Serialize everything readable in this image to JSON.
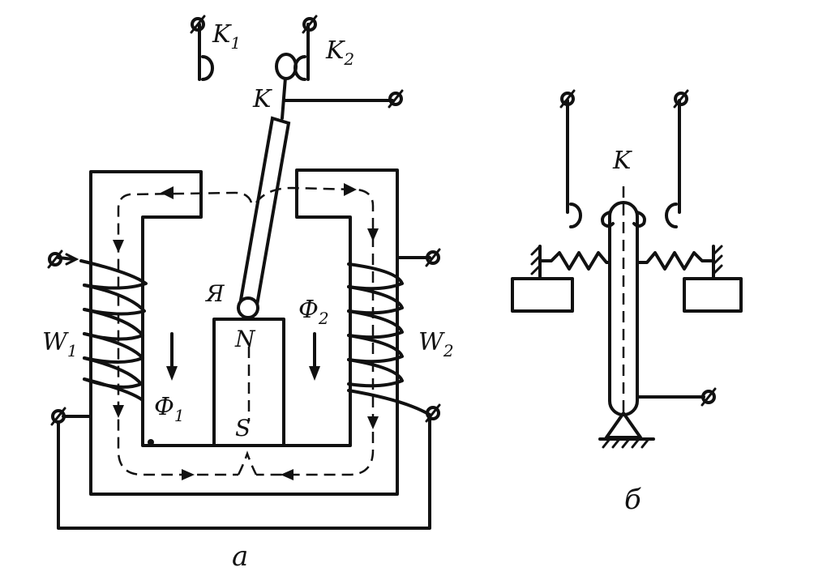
{
  "figure_a": {
    "contact_k1": "K",
    "contact_k1_sub": "1",
    "contact_k2": "K",
    "contact_k2_sub": "2",
    "contact_k": "K",
    "armature": "Я",
    "pole_north": "N",
    "pole_south": "S",
    "winding_1": "W",
    "winding_1_sub": "1",
    "winding_2": "W",
    "winding_2_sub": "2",
    "flux_1": "Ф",
    "flux_1_sub": "1",
    "flux_2": "Ф",
    "flux_2_sub": "2",
    "caption": "a"
  },
  "figure_b": {
    "contact_k": "K",
    "caption": "б"
  }
}
